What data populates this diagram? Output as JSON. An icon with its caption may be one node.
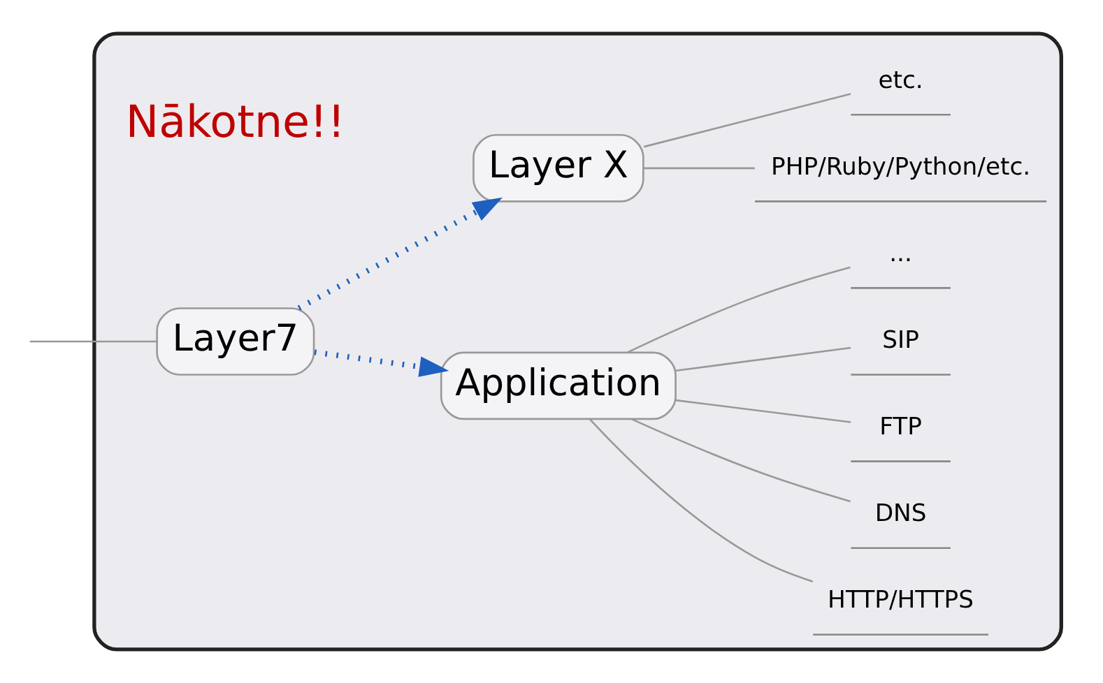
{
  "diagram": {
    "nodes": [
      {
        "text": [],
        "shape": "box"
      },
      {
        "text": [
          "Layer7"
        ],
        "in": 0
      },
      {
        "text": [
          "Application"
        ],
        "in": 0
      },
      {
        "text": [
          "Layer X"
        ],
        "in": 0
      },
      {
        "text": [
          "HTTP/HTTPS"
        ],
        "in": 0
      },
      {
        "text": [
          "DNS"
        ],
        "in": 0
      },
      {
        "text": [
          "FTP"
        ],
        "in": 0
      },
      {
        "text": [
          "SIP"
        ],
        "in": 0
      },
      {
        "text": [
          "..."
        ],
        "in": 0
      },
      {
        "text": [
          "PHP/Ruby/Python/etc."
        ],
        "in": 0
      },
      {
        "text": [
          "etc."
        ],
        "in": 0
      }
    ],
    "edges": [
      {
        "from": null,
        "to": 1,
        "arrow": "none"
      },
      {
        "from": 1,
        "to": 2,
        "arrow": "to",
        "style": "dashed",
        "color": "#1f5fbf"
      },
      {
        "from": 1,
        "to": 3,
        "arrow": "to",
        "style": "dashed",
        "color": "#1f5fbf"
      },
      {
        "from": 2,
        "to": 4,
        "arrow": "none"
      },
      {
        "from": 2,
        "to": 5,
        "arrow": "none"
      },
      {
        "from": 2,
        "to": 6,
        "arrow": "none"
      },
      {
        "from": 2,
        "to": 7,
        "arrow": "none"
      },
      {
        "from": 2,
        "to": 8,
        "arrow": "none"
      },
      {
        "from": 3,
        "to": 9,
        "arrow": "none"
      },
      {
        "from": 3,
        "to": 10,
        "arrow": "none"
      }
    ],
    "labels": [
      "Nākotne!!"
    ]
  }
}
